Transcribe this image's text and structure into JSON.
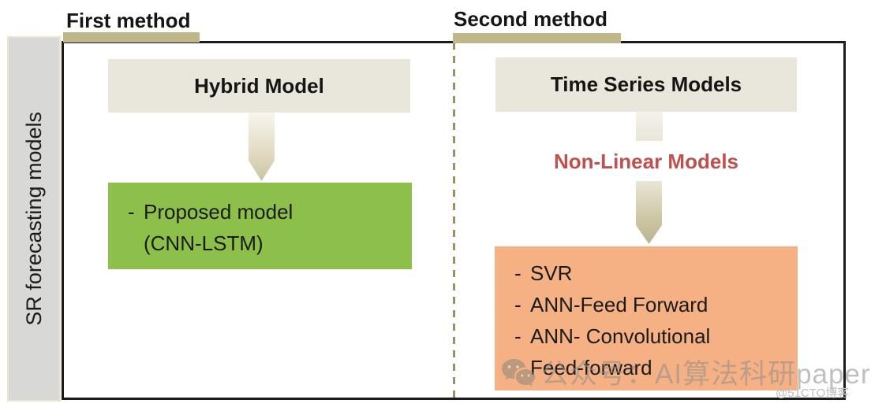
{
  "sidebar": {
    "label": "SR forecasting models"
  },
  "headers": {
    "first": "First method",
    "second": "Second method"
  },
  "first_method": {
    "top_box": "Hybrid Model",
    "result_box": {
      "marker": "-",
      "text": "Proposed model\n(CNN-LSTM)"
    }
  },
  "second_method": {
    "top_box": "Time Series Models",
    "subtitle": "Non-Linear Models",
    "result_box": {
      "items": [
        {
          "marker": "-",
          "text": "SVR"
        },
        {
          "marker": "-",
          "text": "ANN-Feed Forward"
        },
        {
          "marker": "-",
          "text": "ANN- Convolutional\nFeed-forward"
        }
      ]
    }
  },
  "watermark": {
    "icon": "wechat-icon",
    "wechat_text": "公众号：AI算法科研paper",
    "site_text": "@51CTO博客"
  },
  "colors": {
    "accent_tan": "#bfb68a",
    "dashed_line": "#9a9160",
    "box_beige": "#e9e7db",
    "box_green": "#8cc04b",
    "box_orange": "#f5b183",
    "subtitle_red": "#c0504d",
    "sidebar_gray": "#d8d8d6",
    "frame_black": "#1b1b1b"
  }
}
